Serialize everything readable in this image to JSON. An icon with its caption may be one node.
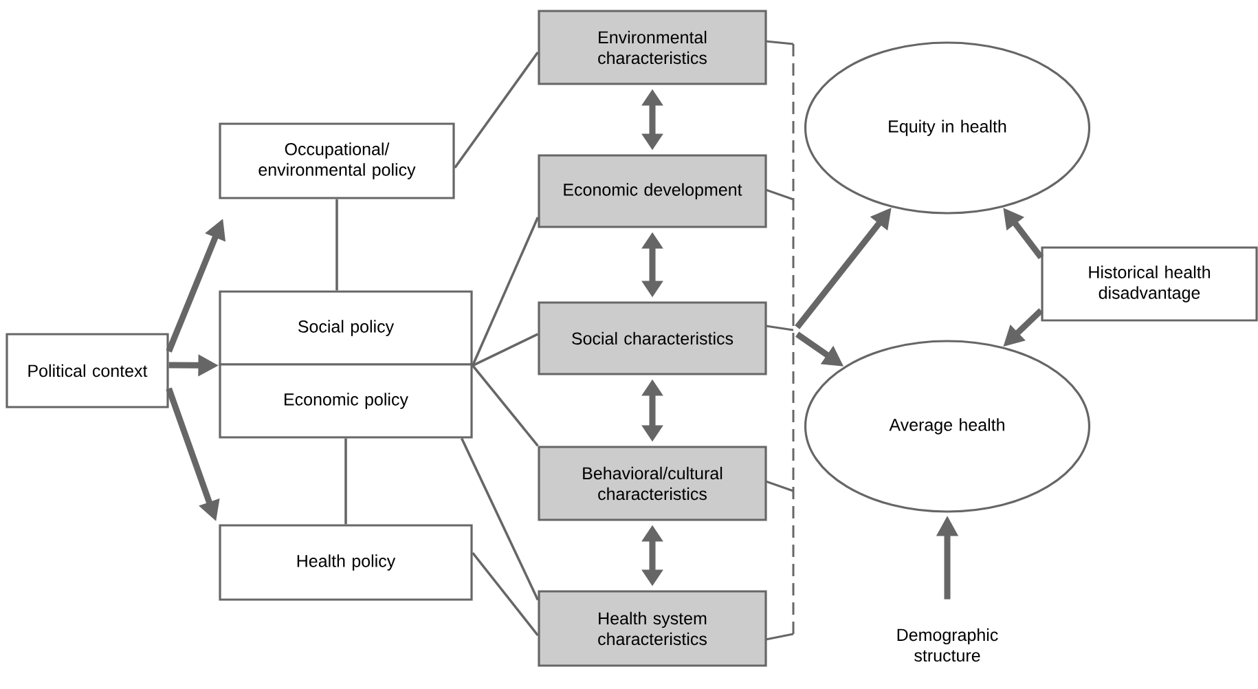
{
  "diagram": {
    "nodes": [
      {
        "text": [
          "Political context"
        ]
      },
      {
        "text": [
          "Occupational/ environmental policy"
        ]
      },
      {
        "text": [
          "Social policy"
        ]
      },
      {
        "text": [
          "Economic policy"
        ]
      },
      {
        "text": [
          "Health policy"
        ]
      },
      {
        "text": [
          "Environmental characteristics"
        ]
      },
      {
        "text": [
          "Economic development"
        ]
      },
      {
        "text": [
          "Social characteristics"
        ]
      },
      {
        "text": [
          "Behavioral/cultural characteristics"
        ]
      },
      {
        "text": [
          "Health system characteristics"
        ]
      },
      {
        "text": [
          "Equity in health"
        ]
      },
      {
        "text": [
          "Average health"
        ]
      },
      {
        "text": [
          "Historical health disadvantage"
        ]
      },
      {
        "text": [
          "Demographic structure"
        ]
      }
    ],
    "edges": [
      {
        "from": 0,
        "to": 1,
        "arrow": "to"
      },
      {
        "from": 0,
        "to": 2,
        "arrow": "to"
      },
      {
        "from": 0,
        "to": 4,
        "arrow": "to"
      },
      {
        "from": 1,
        "to": 2,
        "arrow": "none"
      },
      {
        "from": 3,
        "to": 4,
        "arrow": "none"
      },
      {
        "from": 1,
        "to": 5,
        "arrow": "none"
      },
      {
        "from": 2,
        "to": 6,
        "arrow": "none"
      },
      {
        "from": 2,
        "to": 7,
        "arrow": "none"
      },
      {
        "from": 2,
        "to": 8,
        "arrow": "none"
      },
      {
        "from": 3,
        "to": 9,
        "arrow": "none"
      },
      {
        "from": 4,
        "to": 9,
        "arrow": "none"
      },
      {
        "from": 5,
        "to": 6,
        "arrow": "both"
      },
      {
        "from": 6,
        "to": 7,
        "arrow": "both"
      },
      {
        "from": 7,
        "to": 8,
        "arrow": "both"
      },
      {
        "from": 8,
        "to": 9,
        "arrow": "both"
      },
      {
        "from": 7,
        "to": 10,
        "arrow": "to"
      },
      {
        "from": 7,
        "to": 11,
        "arrow": "to"
      },
      {
        "from": 12,
        "to": 10,
        "arrow": "to"
      },
      {
        "from": 12,
        "to": 11,
        "arrow": "to"
      },
      {
        "from": 13,
        "to": 11,
        "arrow": "to"
      }
    ]
  }
}
